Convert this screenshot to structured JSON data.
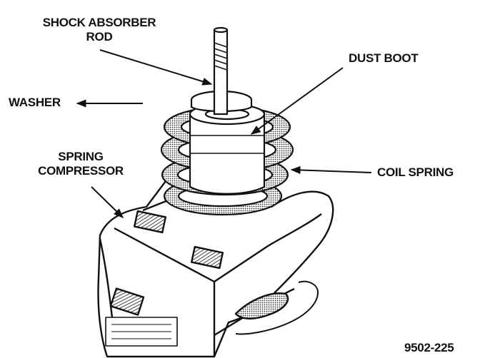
{
  "labels": {
    "shock_absorber_rod": [
      "SHOCK ABSORBER",
      "ROD"
    ],
    "dust_boot": "DUST BOOT",
    "washer": "WASHER",
    "spring_compressor": [
      "SPRING",
      "COMPRESSOR"
    ],
    "coil_spring": "COIL SPRING"
  },
  "figure_id": "9502-225",
  "colors": {
    "ink": "#111111",
    "paper": "#ffffff",
    "shade": "#6a6a6a"
  }
}
